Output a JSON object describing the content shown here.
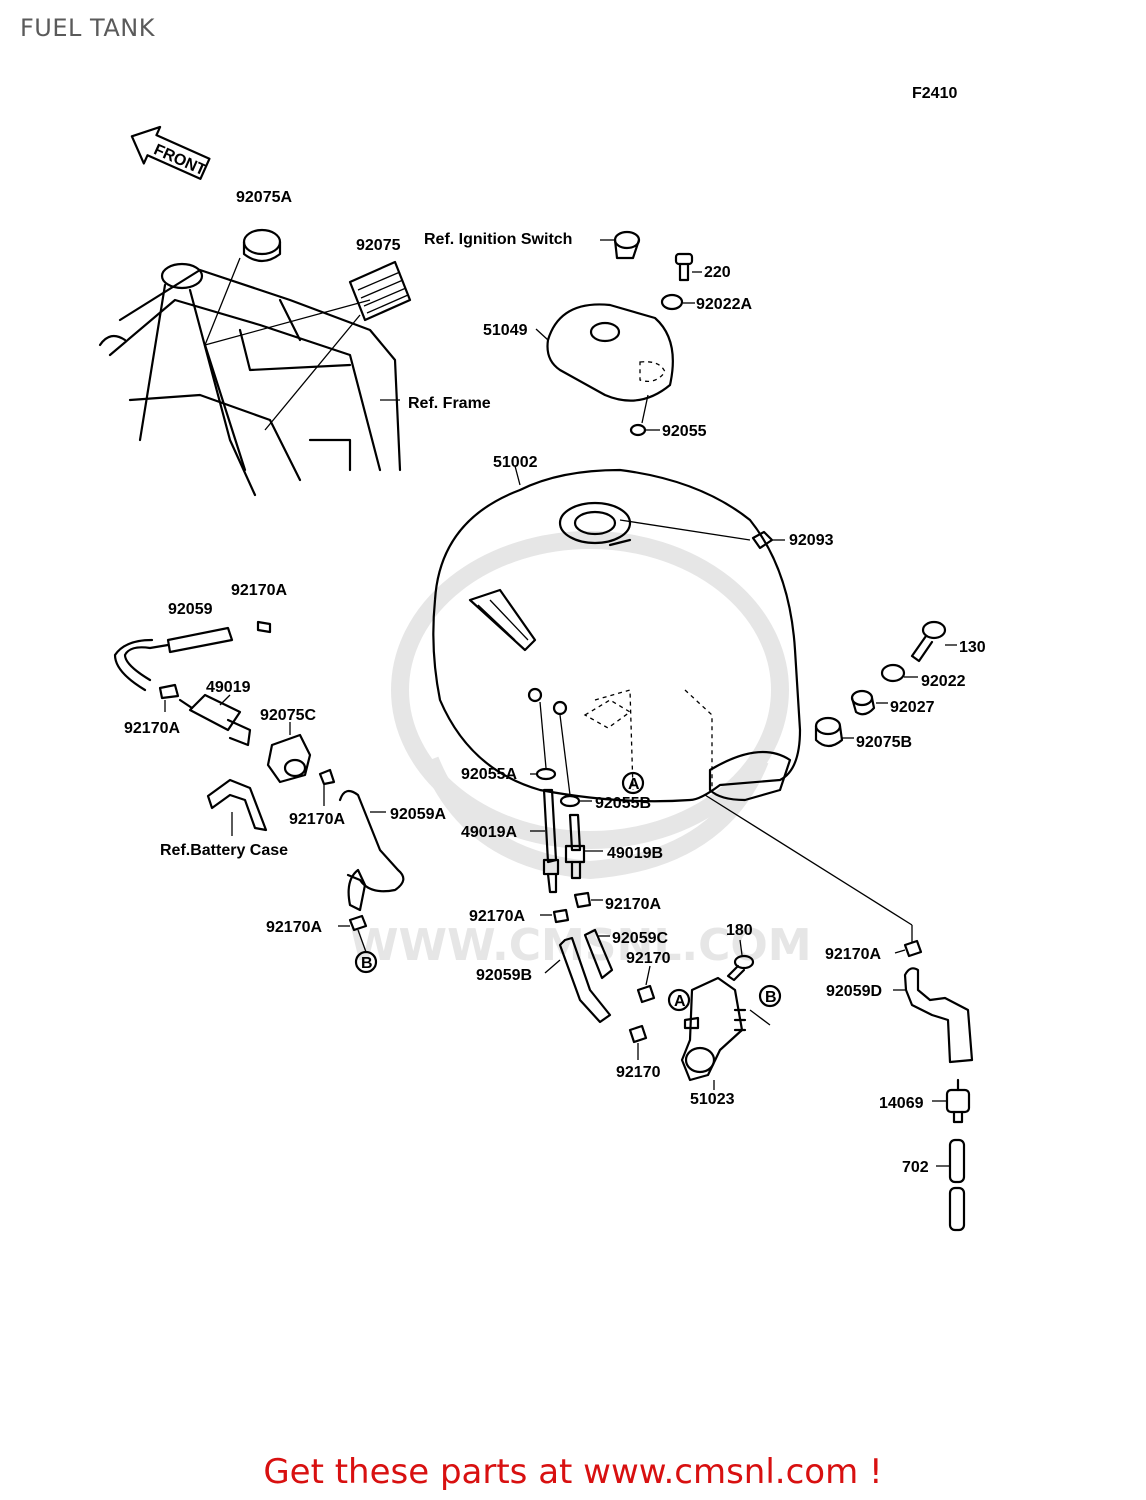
{
  "title": "FUEL TANK",
  "code": "F2410",
  "footer": "Get these parts at www.cmsnl.com !",
  "watermark": "WWW.CMSNL.COM",
  "accent_color": "#d81010",
  "front_label": "FRONT",
  "references": {
    "ignition": "Ref. Ignition Switch",
    "frame": "Ref. Frame",
    "battery": "Ref.Battery Case"
  },
  "callouts": {
    "a": "A",
    "b": "B"
  },
  "parts": {
    "p92075A": "92075A",
    "p92075": "92075",
    "p220": "220",
    "p92022A": "92022A",
    "p51049": "51049",
    "p92055": "92055",
    "p51002": "51002",
    "p92093": "92093",
    "p130": "130",
    "p92022": "92022",
    "p92027": "92027",
    "p92075B": "92075B",
    "p92059": "92059",
    "p92170A_1": "92170A",
    "p49019": "49019",
    "p92170A_2": "92170A",
    "p92075C": "92075C",
    "p92170A_3": "92170A",
    "p92059A": "92059A",
    "p92170A_4": "92170A",
    "p92055A": "92055A",
    "p92055B": "92055B",
    "p49019A": "49019A",
    "p49019B": "49019B",
    "p92170A_5": "92170A",
    "p92170A_6": "92170A",
    "p92059C": "92059C",
    "p92059B": "92059B",
    "p92170_1": "92170",
    "p180": "180",
    "p92170A_7": "92170A",
    "p92059D": "92059D",
    "p92170_2": "92170",
    "p51023": "51023",
    "p14069": "14069",
    "p702": "702"
  }
}
